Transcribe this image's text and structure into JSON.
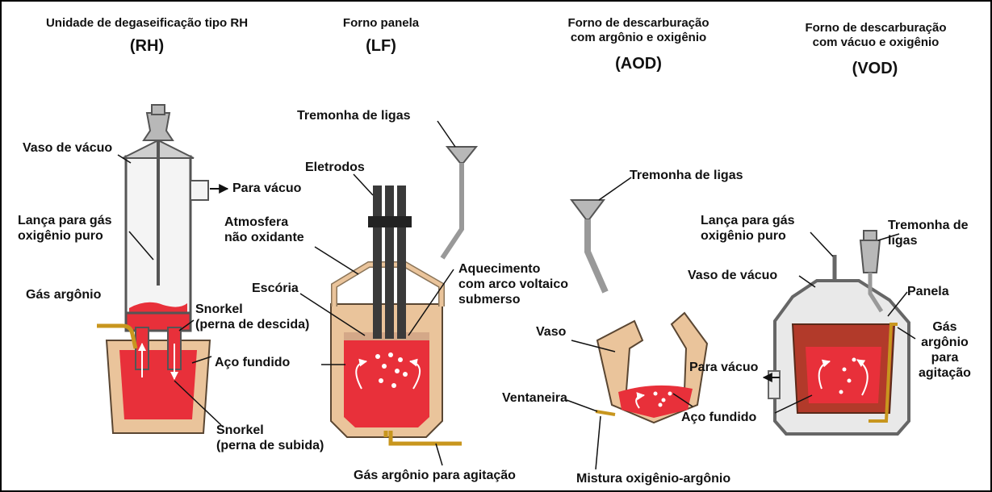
{
  "colors": {
    "refractory": "#eac49b",
    "molten_steel": "#e8303a",
    "molten_dark": "#b23a2a",
    "steel_gray": "#b8b8b8",
    "electrode": "#3a3a3a",
    "gas_pipe": "#c8961e"
  },
  "titles": {
    "rh": {
      "line1": "Unidade de degaseificação tipo RH",
      "code": "(RH)"
    },
    "lf": {
      "line1": "Forno panela",
      "code": "(LF)"
    },
    "aod": {
      "line1": "Forno de descarburação",
      "line2": "com argônio e oxigênio",
      "code": "(AOD)"
    },
    "vod": {
      "line1": "Forno de descarburação",
      "line2": "com vácuo e oxigênio",
      "code": "(VOD)"
    }
  },
  "rh_labels": {
    "vaso_vacuo": "Vaso de vácuo",
    "para_vacuo": "Para vácuo",
    "lanca_1": "Lança para gás",
    "lanca_2": "oxigênio puro",
    "gas_argonio": "Gás argônio",
    "snorkel_desc_1": "Snorkel",
    "snorkel_desc_2": "(perna de descida)",
    "aco_fundido": "Aço fundido",
    "snorkel_sub_1": "Snorkel",
    "snorkel_sub_2": "(perna de subida)"
  },
  "lf_labels": {
    "tremonha": "Tremonha de ligas",
    "eletrodos": "Eletrodos",
    "atmosfera_1": "Atmosfera",
    "atmosfera_2": "não oxidante",
    "escoria": "Escória",
    "aquec_1": "Aquecimento",
    "aquec_2": "com arco voltaico",
    "aquec_3": "submerso",
    "gas_agitacao": "Gás argônio para agitação"
  },
  "aod_labels": {
    "tremonha": "Tremonha de ligas",
    "vaso": "Vaso",
    "ventaneira": "Ventaneira",
    "aco_fundido": "Aço fundido",
    "mistura": "Mistura oxigênio-argônio"
  },
  "vod_labels": {
    "lanca_1": "Lança para gás",
    "lanca_2": "oxigênio puro",
    "tremonha_1": "Tremonha de",
    "tremonha_2": "ligas",
    "vaso_vacuo": "Vaso de vácuo",
    "panela": "Panela",
    "para_vacuo": "Para vácuo",
    "gas_1": "Gás",
    "gas_2": "argônio",
    "gas_3": "para",
    "gas_4": "agitação"
  }
}
